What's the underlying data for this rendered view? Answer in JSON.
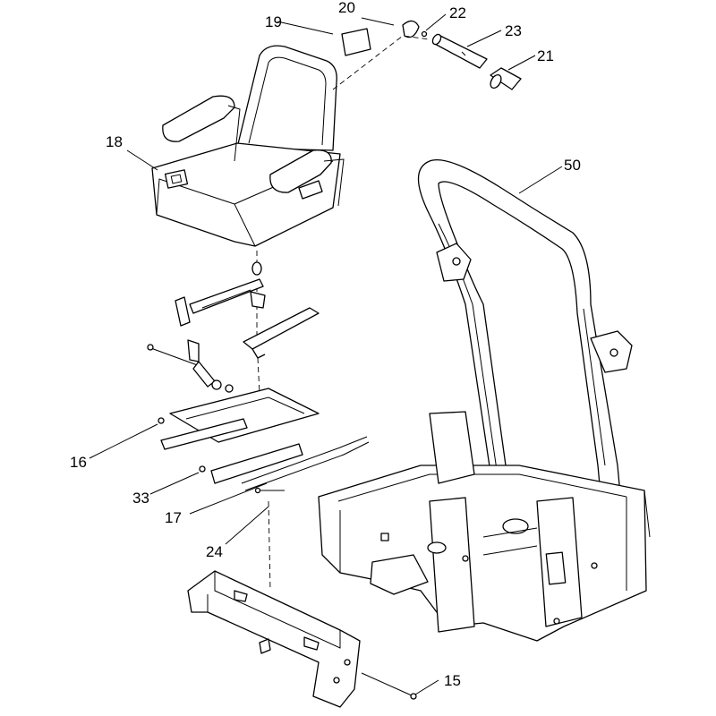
{
  "callouts": {
    "c15": "15",
    "c16": "16",
    "c17": "17",
    "c18": "18",
    "c19": "19",
    "c20": "20",
    "c21": "21",
    "c22": "22",
    "c23": "23",
    "c24": "24",
    "c33": "33",
    "c50": "50"
  }
}
